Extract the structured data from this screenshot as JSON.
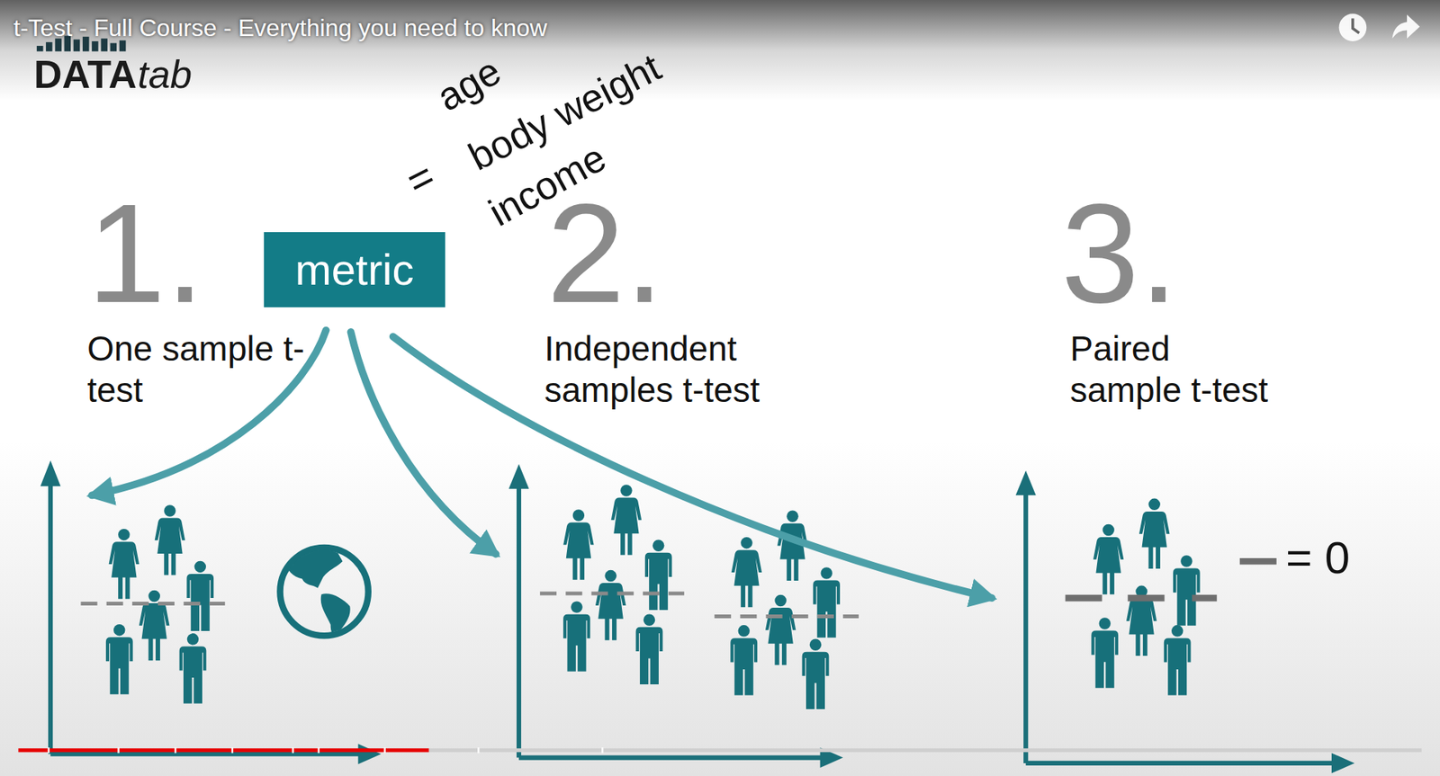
{
  "diagram": {
    "title": "t-Test - Full Course - Everything you need to know",
    "nodes": [
      {
        "text": [
          "metric"
        ]
      }
    ],
    "labels": [
      "DATA",
      "tab",
      "age",
      "body weight",
      "income",
      "=",
      "1.",
      "One sample t-test",
      "2.",
      "Independent samples t-test",
      "3.",
      "Paired sample t-test",
      "= 0"
    ]
  }
}
